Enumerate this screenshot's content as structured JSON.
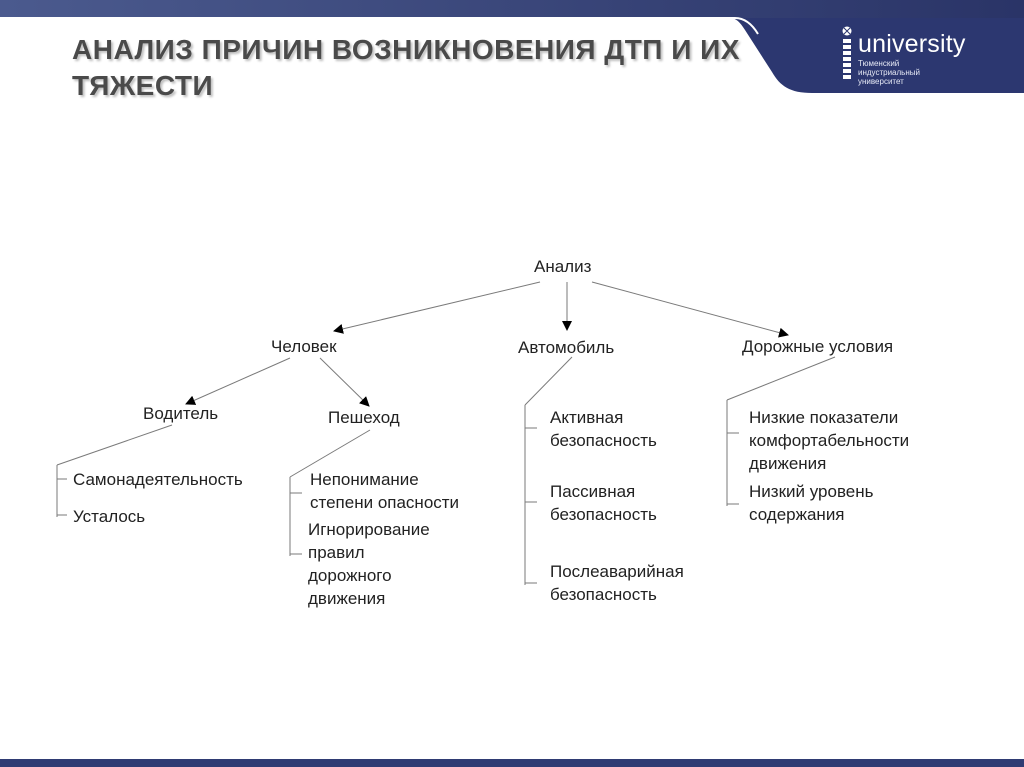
{
  "title": "АНАЛИЗ ПРИЧИН ВОЗНИКНОВЕНИЯ ДТП И ИХ ТЯЖЕСТИ",
  "logo": {
    "word": "university",
    "subtitle_lines": [
      "Тюменский",
      "индустриальный",
      "университет"
    ]
  },
  "colors": {
    "header_blue": "#2c3770",
    "line_gray": "#7a7a7a",
    "title_gray": "#4a4a4a"
  },
  "diagram": {
    "root": "Анализ",
    "branches": {
      "human": "Человек",
      "car": "Автомобиль",
      "road": "Дорожные условия"
    },
    "human_children": {
      "driver": "Водитель",
      "pedestrian": "Пешеход"
    },
    "driver_items": [
      "Самонадеятельность",
      "Усталось"
    ],
    "pedestrian_items": [
      [
        "Непонимание",
        "степени опасности"
      ],
      [
        "Игнорирование",
        "правил",
        "дорожного",
        "движения"
      ]
    ],
    "car_items": [
      [
        "Активная",
        "безопасность"
      ],
      [
        "Пассивная",
        "безопасность"
      ],
      [
        "Послеаварийная",
        "безопасность"
      ]
    ],
    "road_items": [
      [
        "Низкие показатели",
        "комфортабельности",
        "движения"
      ],
      [
        "Низкий уровень",
        "содержания"
      ]
    ]
  }
}
